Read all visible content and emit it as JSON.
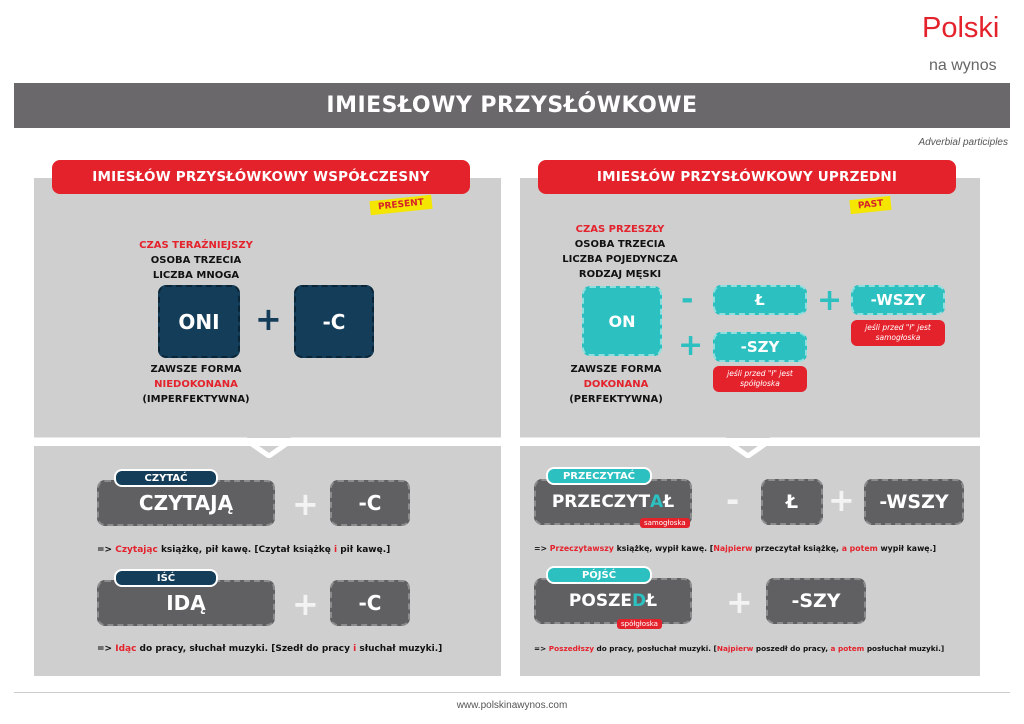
{
  "logo": {
    "main_prefix": "P",
    "main_dot": "o",
    "main_suffix": "lski",
    "sub": "na wynos"
  },
  "title": "IMIESŁOWY PRZYSŁÓWKOWE",
  "subtitle": "Adverbial participles",
  "colors": {
    "red": "#e4222c",
    "navy": "#143d5a",
    "teal": "#2cc0c0",
    "gray_panel": "#cfcfd0",
    "dark_gray": "#606062",
    "yellow": "#f4e600"
  },
  "left": {
    "header": "IMIESŁÓW PRZYSŁÓWKOWY WSPÓŁCZESNY",
    "tag": "PRESENT",
    "caption_top": [
      "CZAS TERAŹNIEJSZY",
      "OSOBA TRZECIA",
      "LICZBA MNOGA"
    ],
    "box1": "ONI",
    "plus": "+",
    "box2": "-C",
    "caption_bottom": [
      "ZAWSZE FORMA",
      "NIEDOKONANA",
      "(IMPERFEKTYWNA)"
    ],
    "examples": [
      {
        "verb_label": "CZYTAĆ",
        "stem": "CZYTAJĄ",
        "plus": "+",
        "suffix": "-C",
        "arrow": "=> ",
        "participle": "Czytając",
        "rest": " książkę, pił kawę.  [Czytał książkę ",
        "conj": "i",
        "rest2": " pił kawę.]"
      },
      {
        "verb_label": "IŚĆ",
        "stem": "IDĄ",
        "plus": "+",
        "suffix": "-C",
        "arrow": "=> ",
        "participle": "Idąc",
        "rest": " do pracy, słuchał muzyki.  [Szedł do pracy ",
        "conj": "i",
        "rest2": " słuchał muzyki.]"
      }
    ]
  },
  "right": {
    "header": "IMIESŁÓW PRZYSŁÓWKOWY UPRZEDNI",
    "tag": "PAST",
    "caption_top": [
      "CZAS PRZESZŁY",
      "OSOBA TRZECIA",
      "LICZBA POJEDYNCZA",
      "RODZAJ MĘSKI"
    ],
    "box_on": "ON",
    "minus": "-",
    "plus": "+",
    "box_l": "Ł",
    "box_wszy": "-WSZY",
    "box_szy": "-SZY",
    "note_wszy": "jeśli przed \"ł\" jest samogłoska",
    "note_szy": "jeśli przed \"ł\" jest spółgłoska",
    "caption_bottom": [
      "ZAWSZE FORMA",
      "DOKONANA",
      "(PERFEKTYWNA)"
    ],
    "example1": {
      "verb_label": "PRZECZYTAĆ",
      "stem_pre": "PRZECZYT",
      "stem_hl": "A",
      "stem_post": "Ł",
      "mini_tag": "samogłoska",
      "minus": "-",
      "box_l": "Ł",
      "plus": "+",
      "suffix": "-WSZY",
      "arrow": "=> ",
      "participle": "Przeczytawszy",
      "rest": " książkę, wypił kawę.  [",
      "w1": "Najpierw",
      "rest2": " przeczytał książkę, ",
      "w2": "a potem",
      "rest3": " wypił kawę.]"
    },
    "example2": {
      "verb_label": "PÓJŚĆ",
      "stem_pre": "POSZE",
      "stem_hl": "D",
      "stem_post": "Ł",
      "mini_tag": "spółgłoska",
      "plus": "+",
      "suffix": "-SZY",
      "arrow": "=> ",
      "participle": "Poszedłszy",
      "rest": " do pracy, posłuchał muzyki.  [",
      "w1": "Najpierw",
      "rest2": " poszedł do pracy, ",
      "w2": "a potem",
      "rest3": " posłuchał muzyki.]"
    }
  },
  "footer": "www.polskinawynos.com"
}
